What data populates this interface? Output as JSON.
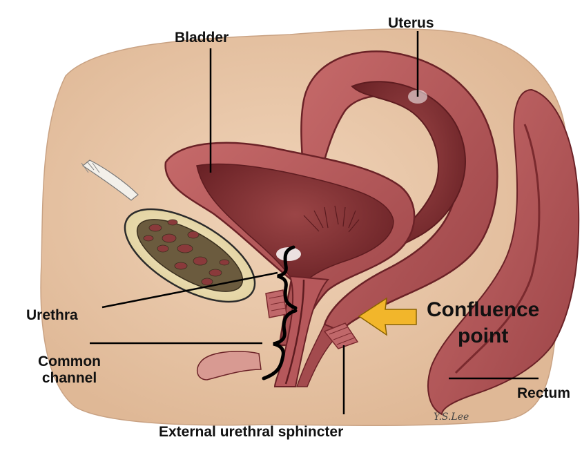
{
  "labels": {
    "bladder": "Bladder",
    "uterus": "Uterus",
    "urethra": "Urethra",
    "common_channel": "Common\nchannel",
    "confluence_point": "Confluence\npoint",
    "rectum": "Rectum",
    "external_urethral_sphincter": "External urethral sphincter"
  },
  "signature": "Y.S.Lee",
  "colors": {
    "background": "#ffffff",
    "body_tissue": "#e9c8ac",
    "muscle": "#b5575a",
    "muscle_dark": "#7a2a2e",
    "lumen": "#8a3a3b",
    "bone_outer": "#efe3bd",
    "bone_inner": "#6b5b3e",
    "arrow": "#f2b62b"
  }
}
